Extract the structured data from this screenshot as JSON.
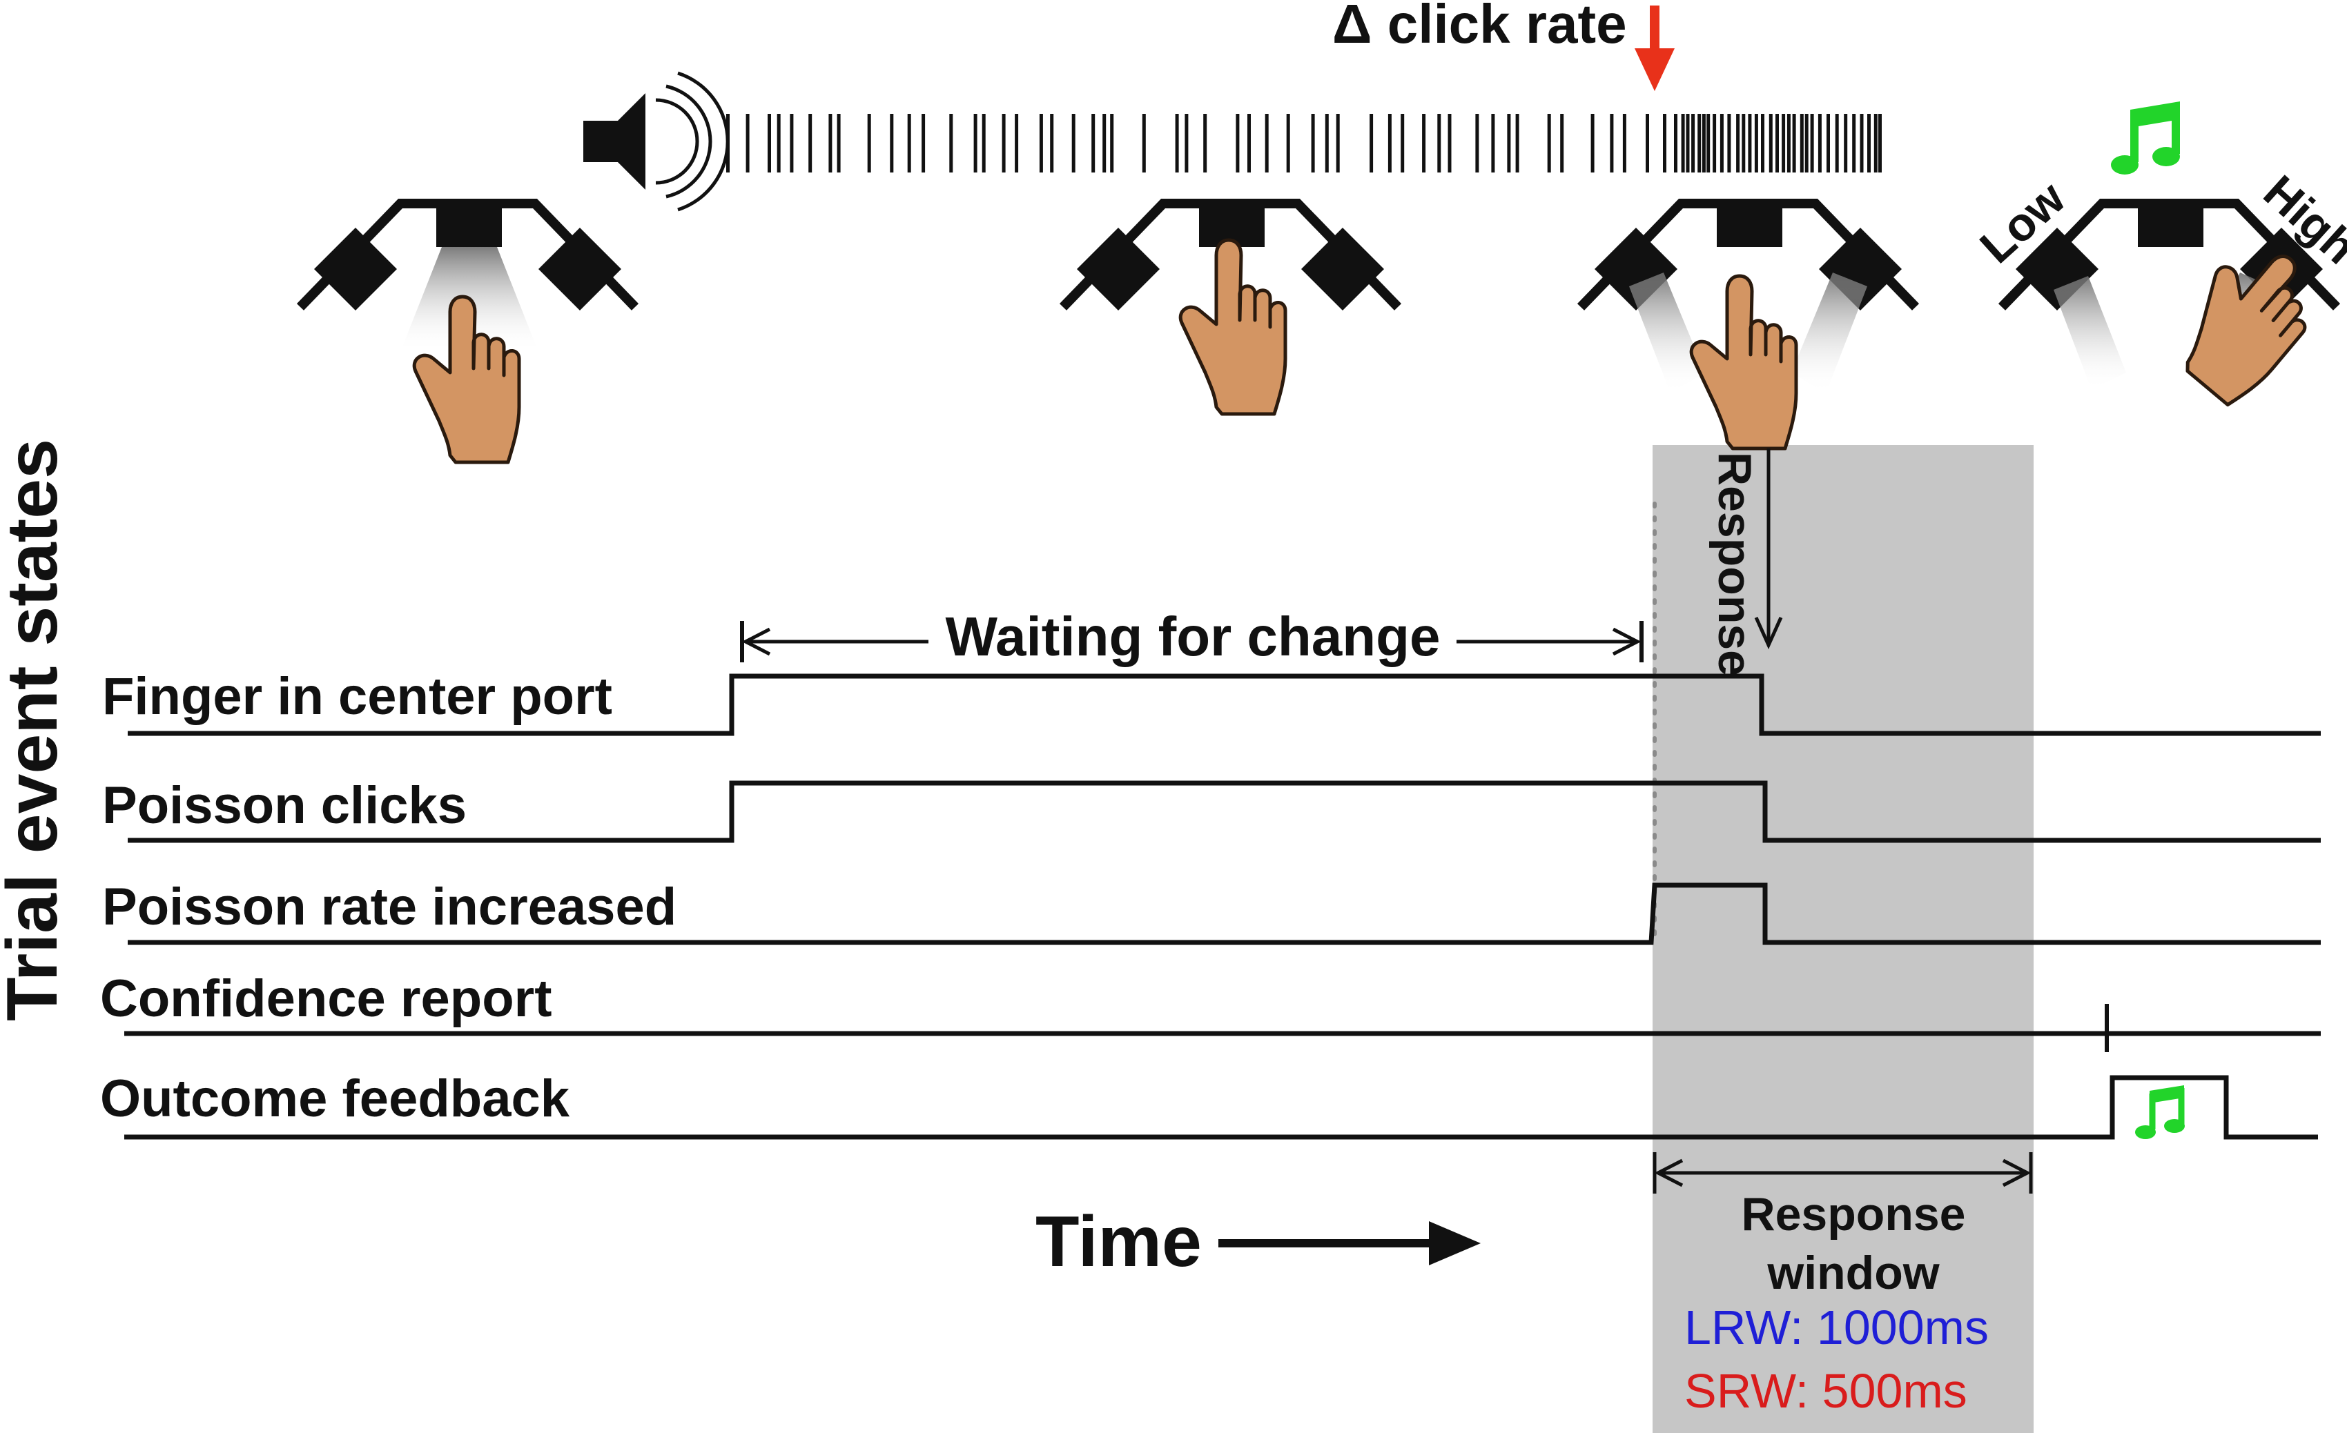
{
  "y_axis_label": "Trial event states",
  "stimulus": {
    "change_label": "Δ click rate",
    "speaker_icon": "speaker-icon",
    "click_train_icon": "click-train-icon",
    "change_arrow_color": "#e8311a"
  },
  "signals": [
    {
      "label": "Finger in center port"
    },
    {
      "label": "Poisson clicks"
    },
    {
      "label": "Poisson rate increased"
    },
    {
      "label": "Confidence report"
    },
    {
      "label": "Outcome feedback"
    }
  ],
  "annotations": {
    "waiting": "Waiting for change",
    "response": "Response",
    "time": "Time",
    "response_window_line1": "Response",
    "response_window_line2": "window",
    "lrw": "LRW: 1000ms",
    "srw": "SRW: 500ms"
  },
  "ports": {
    "low": "Low",
    "high": "High"
  },
  "colors": {
    "shade": "#c6c6c6",
    "lrw": "#1f1fd6",
    "srw": "#d91c1c",
    "note": "#22d42a",
    "skin": "#d39563",
    "ink": "#111111"
  }
}
